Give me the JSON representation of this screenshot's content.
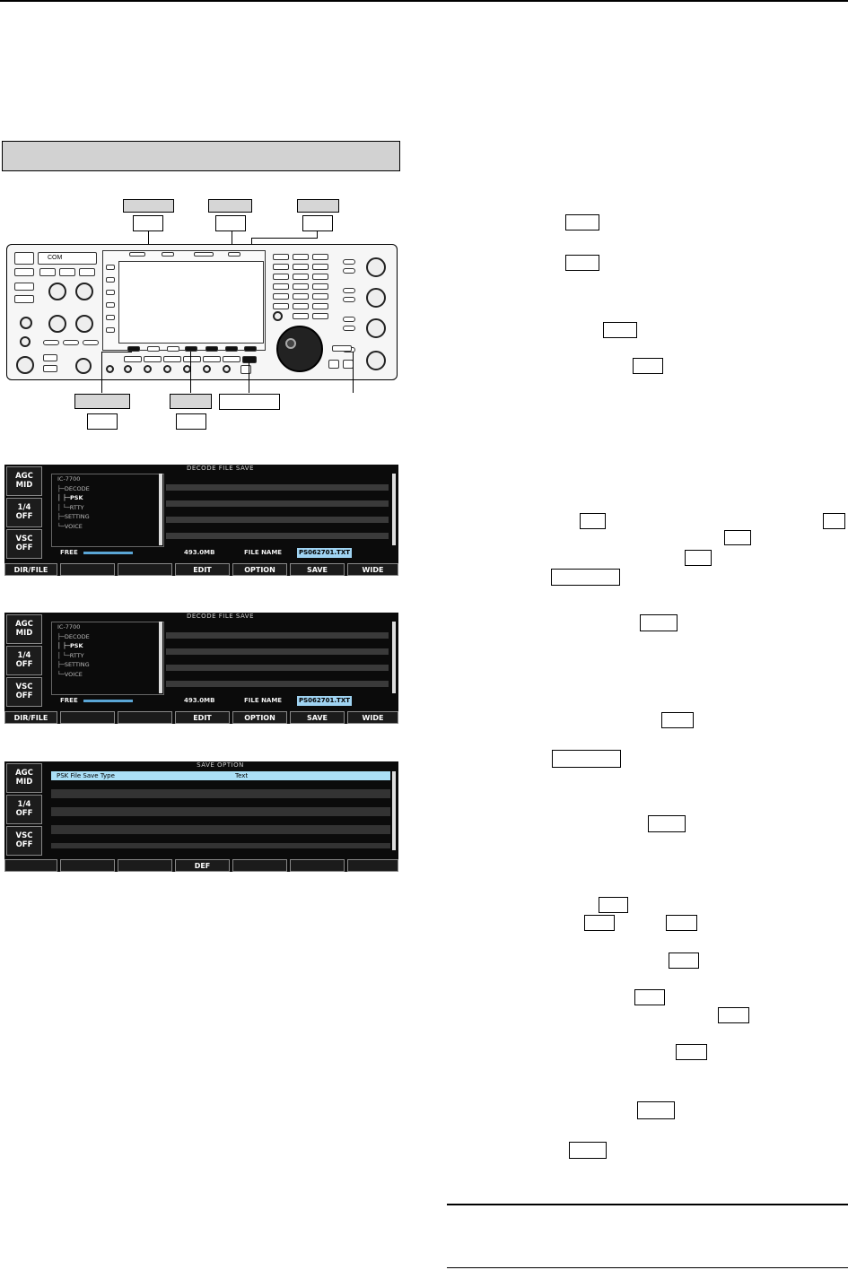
{
  "page": {
    "section_bar_label": "",
    "diagram_label": ""
  },
  "lcd_screens": [
    {
      "title": "DECODE FILE SAVE",
      "side_buttons": [
        {
          "line1": "AGC",
          "line2": "MID"
        },
        {
          "line1": "1/4",
          "line2": "OFF"
        },
        {
          "line1": "VSC",
          "line2": "OFF"
        }
      ],
      "tree": [
        "IC-7700",
        "├─DECODE",
        "│  ├─PSK",
        "│  └─RTTY",
        "├─SETTING",
        "└─VOICE"
      ],
      "free_label": "FREE",
      "free_value": "493.0MB",
      "free_fraction": 0.6,
      "file_name_label": "FILE NAME",
      "file_name": "PS062701.TXT",
      "fkeys": [
        "DIR/FILE",
        "",
        "",
        "EDIT",
        "OPTION",
        "SAVE",
        "WIDE"
      ]
    },
    {
      "title": "DECODE FILE SAVE",
      "side_buttons": [
        {
          "line1": "AGC",
          "line2": "MID"
        },
        {
          "line1": "1/4",
          "line2": "OFF"
        },
        {
          "line1": "VSC",
          "line2": "OFF"
        }
      ],
      "tree": [
        "IC-7700",
        "├─DECODE",
        "│  ├─PSK",
        "│  └─RTTY",
        "├─SETTING",
        "└─VOICE"
      ],
      "free_label": "FREE",
      "free_value": "493.0MB",
      "free_fraction": 0.6,
      "file_name_label": "FILE NAME",
      "file_name": "PS062701.TXT",
      "fkeys": [
        "DIR/FILE",
        "",
        "",
        "EDIT",
        "OPTION",
        "SAVE",
        "WIDE"
      ]
    },
    {
      "title": "SAVE OPTION",
      "side_buttons": [
        {
          "line1": "AGC",
          "line2": "MID"
        },
        {
          "line1": "1/4",
          "line2": "OFF"
        },
        {
          "line1": "VSC",
          "line2": "OFF"
        }
      ],
      "option_item": "PSK File Save Type",
      "option_value": "Text",
      "fkeys": [
        "",
        "",
        "",
        "DEF",
        "",
        "",
        ""
      ]
    }
  ],
  "panel": {
    "logo": "COM"
  }
}
